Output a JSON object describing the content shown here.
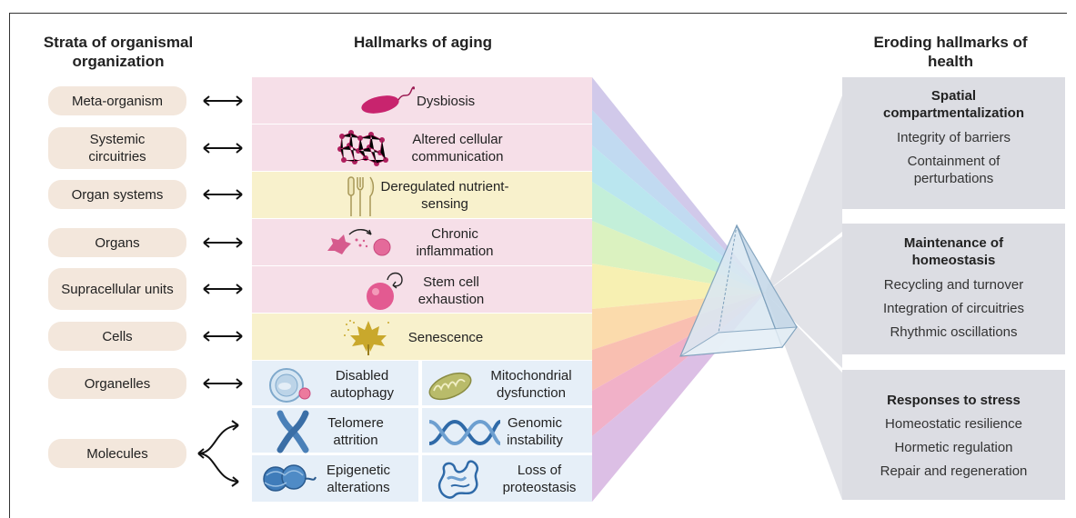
{
  "headers": {
    "strata": "Strata of organismal organization",
    "hallmarks": "Hallmarks of aging",
    "health": "Eroding hallmarks of health"
  },
  "strata": [
    {
      "label": "Meta-organism"
    },
    {
      "label": "Systemic circuitries"
    },
    {
      "label": "Organ systems"
    },
    {
      "label": "Organs"
    },
    {
      "label": "Supracellular units"
    },
    {
      "label": "Cells"
    },
    {
      "label": "Organelles"
    },
    {
      "label": "Molecules"
    }
  ],
  "hallmarks": {
    "dysbiosis": "Dysbiosis",
    "communication": "Altered cellular communication",
    "nutrient": "Deregulated nutrient-sensing",
    "inflammation": "Chronic inflammation",
    "stemcell": "Stem cell exhaustion",
    "senescence": "Senescence",
    "autophagy": "Disabled autophagy",
    "mitochondrial": "Mitochondrial dysfunction",
    "telomere": "Telomere attrition",
    "genomic": "Genomic instability",
    "epigenetic": "Epigenetic alterations",
    "proteostasis": "Loss of proteostasis"
  },
  "health": [
    {
      "title": "Spatial compartmentalization",
      "items": [
        "Integrity of barriers",
        "Containment of perturbations"
      ]
    },
    {
      "title": "Maintenance of homeostasis",
      "items": [
        "Recycling and turnover",
        "Integration of circuitries",
        "Rhythmic oscillations"
      ]
    },
    {
      "title": "Responses to stress",
      "items": [
        "Homeostatic resilience",
        "Hormetic regulation",
        "Repair and regeneration"
      ]
    }
  ],
  "colors": {
    "pink_band": "#f6dfe8",
    "yellow_band": "#f8f1cc",
    "blue_band": "#e6eff8",
    "strata_pill": "#f3e7dc",
    "health_panel": "#dcdde3"
  },
  "icons": [
    "bacterium-icon",
    "cell-network-icon",
    "cutlery-icon",
    "macrophage-icon",
    "stem-cell-icon",
    "maple-leaf-icon",
    "autophagosome-icon",
    "mitochondrion-icon",
    "chromosome-icon",
    "dna-helix-icon",
    "nucleosome-icon",
    "protein-icon",
    "prism-icon"
  ]
}
